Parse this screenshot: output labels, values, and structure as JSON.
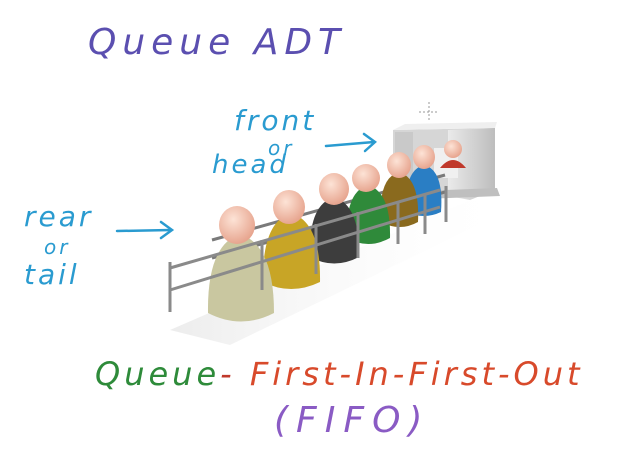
{
  "title": "Queue ADT",
  "labels": {
    "front": "front",
    "front_or": "or",
    "head": "head",
    "rear": "rear",
    "rear_or": "or",
    "tail": "tail"
  },
  "definition": {
    "queue_word": "Queue",
    "dash": "-",
    "fifo_text": "First-In-First-Out",
    "fifo_abbrev": "(FIFO)"
  },
  "colors": {
    "title": "#5b4fb0",
    "labels": "#2a9bd0",
    "queue_word": "#2e8b3a",
    "fifo_text": "#d84a2b",
    "fifo_abbrev": "#8a5bc4"
  },
  "people_colors": [
    "#c9c7a0",
    "#c8a526",
    "#3d3d3d",
    "#2f8a3a",
    "#8a6a1e",
    "#2a7ec4",
    "#d0d0d0"
  ]
}
